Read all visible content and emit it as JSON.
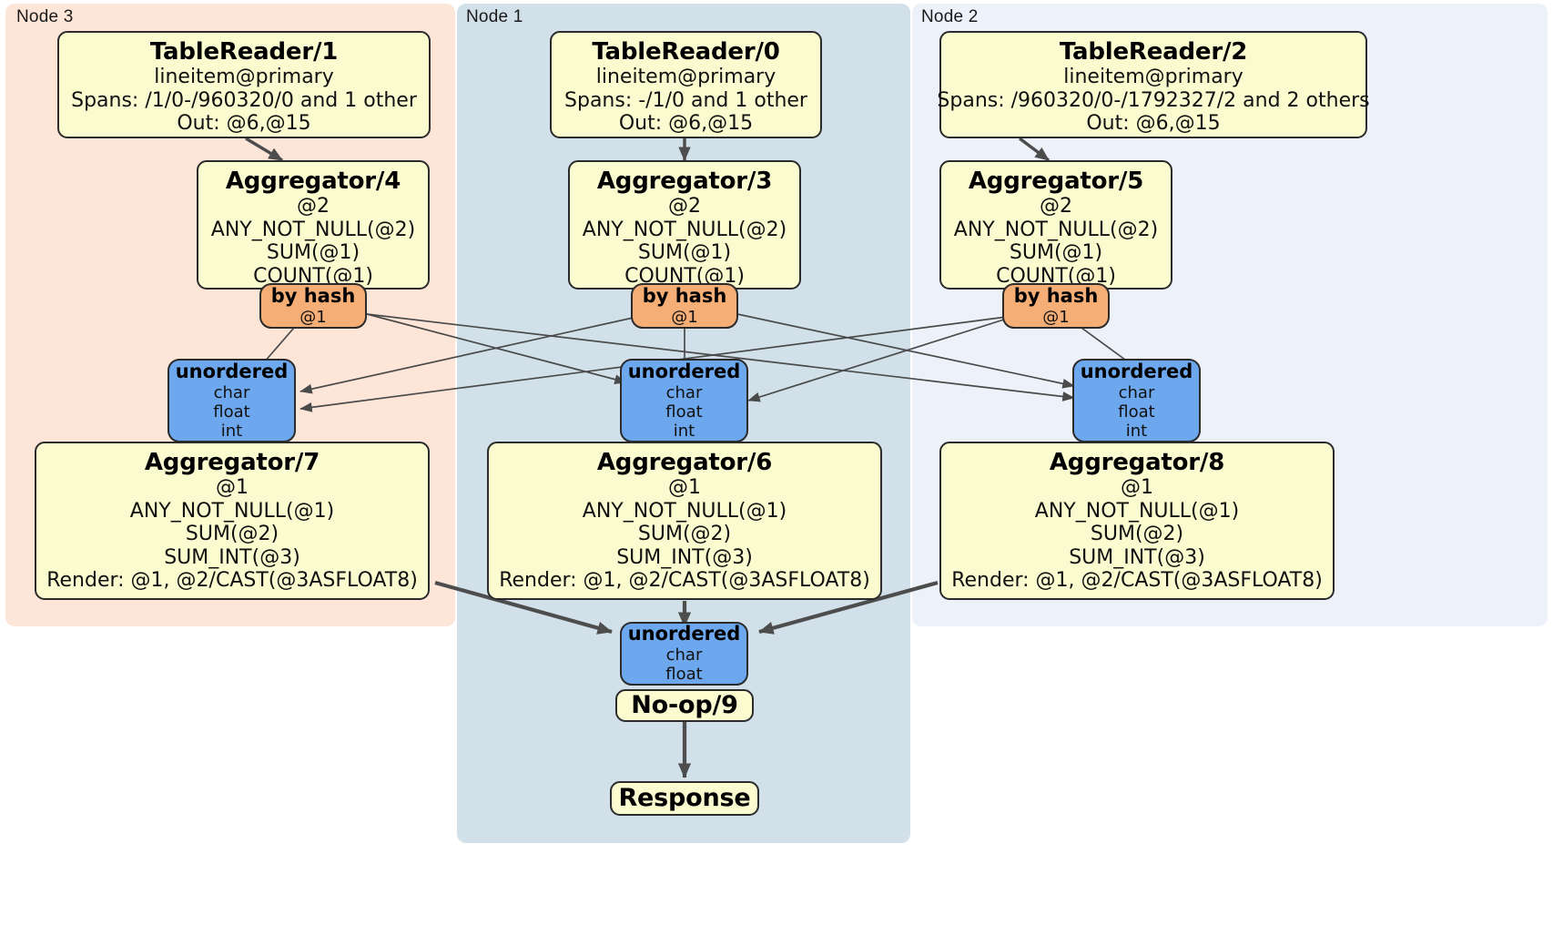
{
  "diagram": {
    "type": "distributed-query-plan",
    "colors": {
      "node3_panel": "#FDE6D8",
      "node1_panel": "#D2E0EA",
      "node2_panel": "#EDF1FA",
      "processor_box": "#FBFBD0",
      "hash_router": "#F6AE77",
      "unordered_router": "#6DA8EE",
      "edge": "#4D4D4D",
      "border": "#2B2B2B"
    }
  },
  "panels": [
    {
      "label": "Node 3"
    },
    {
      "label": "Node 1"
    },
    {
      "label": "Node 2"
    }
  ],
  "table_readers": [
    {
      "title": "TableReader/1",
      "table": "lineitem@primary",
      "spans": "Spans: /1/0-/960320/0 and 1 other",
      "out": "Out: @6,@15"
    },
    {
      "title": "TableReader/0",
      "table": "lineitem@primary",
      "spans": "Spans: -/1/0 and 1 other",
      "out": "Out: @6,@15"
    },
    {
      "title": "TableReader/2",
      "table": "lineitem@primary",
      "spans": "Spans: /960320/0-/1792327/2 and 2 others",
      "out": "Out: @6,@15"
    }
  ],
  "aggregators_top": [
    {
      "title": "Aggregator/4",
      "group": "@2",
      "agg1": "ANY_NOT_NULL(@2)",
      "agg2": "SUM(@1)",
      "agg3": "COUNT(@1)"
    },
    {
      "title": "Aggregator/3",
      "group": "@2",
      "agg1": "ANY_NOT_NULL(@2)",
      "agg2": "SUM(@1)",
      "agg3": "COUNT(@1)"
    },
    {
      "title": "Aggregator/5",
      "group": "@2",
      "agg1": "ANY_NOT_NULL(@2)",
      "agg2": "SUM(@1)",
      "agg3": "COUNT(@1)"
    }
  ],
  "hash_routers": [
    {
      "title": "by hash",
      "column": "@1"
    },
    {
      "title": "by hash",
      "column": "@1"
    },
    {
      "title": "by hash",
      "column": "@1"
    }
  ],
  "unordered_routers": [
    {
      "title": "unordered",
      "t1": "char",
      "t2": "float",
      "t3": "int"
    },
    {
      "title": "unordered",
      "t1": "char",
      "t2": "float",
      "t3": "int"
    },
    {
      "title": "unordered",
      "t1": "char",
      "t2": "float",
      "t3": "int"
    }
  ],
  "aggregators_bottom": [
    {
      "title": "Aggregator/7",
      "group": "@1",
      "agg1": "ANY_NOT_NULL(@1)",
      "agg2": "SUM(@2)",
      "agg3": "SUM_INT(@3)",
      "render": "Render: @1, @2/CAST(@3ASFLOAT8)"
    },
    {
      "title": "Aggregator/6",
      "group": "@1",
      "agg1": "ANY_NOT_NULL(@1)",
      "agg2": "SUM(@2)",
      "agg3": "SUM_INT(@3)",
      "render": "Render: @1, @2/CAST(@3ASFLOAT8)"
    },
    {
      "title": "Aggregator/8",
      "group": "@1",
      "agg1": "ANY_NOT_NULL(@1)",
      "agg2": "SUM(@2)",
      "agg3": "SUM_INT(@3)",
      "render": "Render: @1, @2/CAST(@3ASFLOAT8)"
    }
  ],
  "final_unordered": {
    "title": "unordered",
    "t1": "char",
    "t2": "float"
  },
  "noop": {
    "title": "No-op/9"
  },
  "response": {
    "title": "Response"
  }
}
